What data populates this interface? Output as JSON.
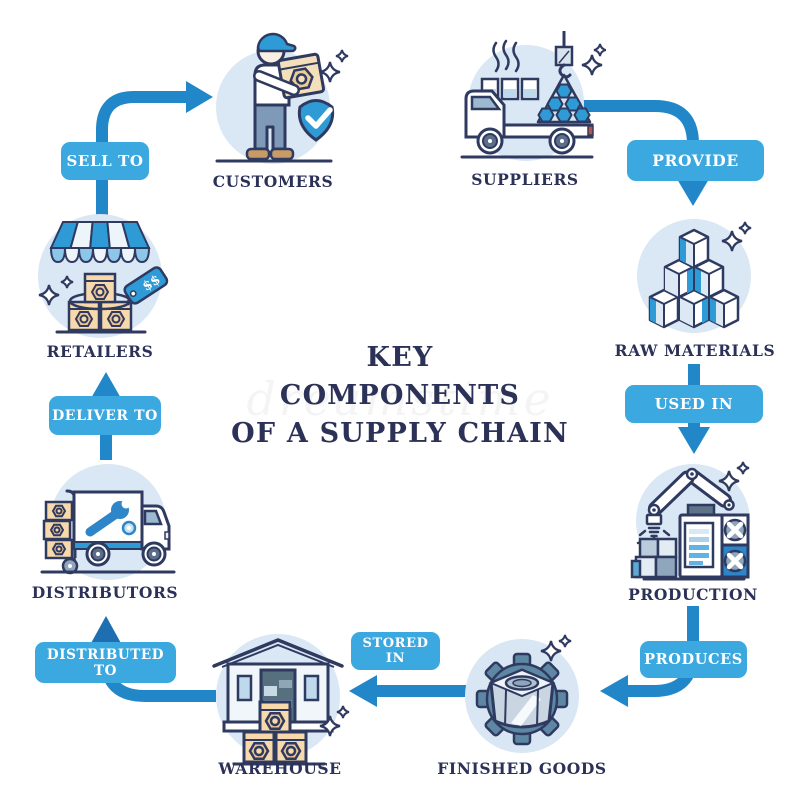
{
  "title": {
    "line1": "KEY",
    "line2": "COMPONENTS",
    "line3": "OF A SUPPLY CHAIN"
  },
  "watermark_text": "dreamstime",
  "colors": {
    "arrow": "#2187C8",
    "arrow_dark_head": "#1D6FB2",
    "label_bg": "#3CA8E0",
    "label_text": "#FFFFFF",
    "node_text": "#2B3157",
    "circle_bg": "#DAE7F4",
    "outline": "#2F3A60",
    "accent_blue": "#2E9BD6",
    "steel_blue": "#5E87A3",
    "box_tan": "#F7D9AC"
  },
  "nodes": [
    {
      "id": "customers",
      "label": "CUSTOMERS",
      "icon": "customer-holding-box-icon"
    },
    {
      "id": "suppliers",
      "label": "SUPPLIERS",
      "icon": "supplier-truck-crane-icon"
    },
    {
      "id": "raw-materials",
      "label": "RAW MATERIALS",
      "icon": "hex-block-pile-icon"
    },
    {
      "id": "production",
      "label": "PRODUCTION",
      "icon": "robotic-arm-machine-icon"
    },
    {
      "id": "finished-goods",
      "label": "FINISHED GOODS",
      "icon": "nut-and-gear-icon"
    },
    {
      "id": "warehouse",
      "label": "WAREHOUSE",
      "icon": "warehouse-building-icon"
    },
    {
      "id": "distributors",
      "label": "DISTRIBUTORS",
      "icon": "delivery-truck-icon"
    },
    {
      "id": "retailers",
      "label": "RETAILERS",
      "icon": "storefront-awning-icon"
    }
  ],
  "flow_labels": [
    {
      "id": "sell-to",
      "label": "SELL TO"
    },
    {
      "id": "provide",
      "label": "PROVIDE"
    },
    {
      "id": "used-in",
      "label": "USED IN"
    },
    {
      "id": "produces",
      "label": "PRODUCES"
    },
    {
      "id": "stored-in",
      "label": "STORED IN"
    },
    {
      "id": "distributed-to",
      "label": "DISTRIBUTED TO"
    },
    {
      "id": "deliver-to",
      "label": "DELIVER TO"
    }
  ],
  "retailers_tag": {
    "text": "$$"
  }
}
